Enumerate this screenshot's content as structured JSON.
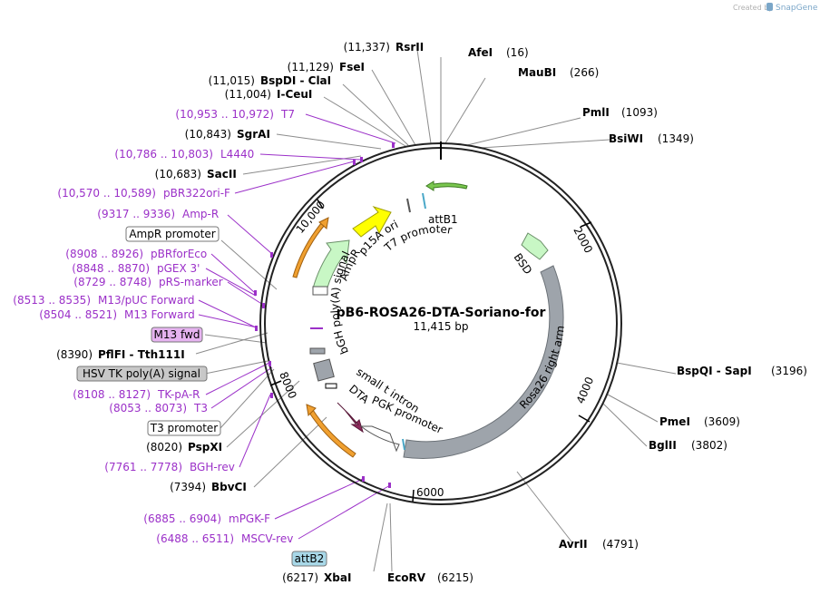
{
  "credit": {
    "prefix": "Created by",
    "brand": "SnapGene"
  },
  "plasmid": {
    "name": "pB6-ROSA26-DTA-Soriano-for",
    "length_label": "11,415 bp"
  },
  "ticks": [
    "2000",
    "4000",
    "6000",
    "8000",
    "10,000"
  ],
  "sites_right": [
    {
      "name": "AfeI",
      "pos": "(16)"
    },
    {
      "name": "MauBI",
      "pos": "(266)"
    },
    {
      "name": "PmlI",
      "pos": "(1093)"
    },
    {
      "name": "BsiWI",
      "pos": "(1349)"
    },
    {
      "name": "BspQI  - SapI",
      "pos": "(3196)"
    },
    {
      "name": "PmeI",
      "pos": "(3609)"
    },
    {
      "name": "BglII",
      "pos": "(3802)"
    },
    {
      "name": "AvrII",
      "pos": "(4791)"
    },
    {
      "name": "EcoRV",
      "pos": "(6215)"
    }
  ],
  "sites_left": [
    {
      "name": "RsrII",
      "pos": "(11,337)"
    },
    {
      "name": "FseI",
      "pos": "(11,129)"
    },
    {
      "name": "BspDI  - ClaI",
      "pos": "(11,015)"
    },
    {
      "name": "I-CeuI",
      "pos": "(11,004)"
    },
    {
      "name": "SgrAI",
      "pos": "(10,843)"
    },
    {
      "name": "SacII",
      "pos": "(10,683)"
    },
    {
      "name": "PflFI  - Tth111I",
      "pos": "(8390)"
    },
    {
      "name": "PspXI",
      "pos": "(8020)"
    },
    {
      "name": "BbvCI",
      "pos": "(7394)"
    },
    {
      "name": "XbaI",
      "pos": "(6217)"
    }
  ],
  "primers": [
    {
      "name": "T7",
      "pos": "(10,953 .. 10,972)"
    },
    {
      "name": "L4440",
      "pos": "(10,786 .. 10,803)"
    },
    {
      "name": "pBR322ori-F",
      "pos": "(10,570 .. 10,589)"
    },
    {
      "name": "Amp-R",
      "pos": "(9317 .. 9336)"
    },
    {
      "name": "pBRforEco",
      "pos": "(8908 .. 8926)"
    },
    {
      "name": "pGEX 3'",
      "pos": "(8848 .. 8870)"
    },
    {
      "name": "pRS-marker",
      "pos": "(8729 .. 8748)"
    },
    {
      "name": "M13/pUC Forward",
      "pos": "(8513 .. 8535)"
    },
    {
      "name": "M13 Forward",
      "pos": "(8504 .. 8521)"
    },
    {
      "name": "TK-pA-R",
      "pos": "(8108 .. 8127)"
    },
    {
      "name": "T3",
      "pos": "(8053 .. 8073)"
    },
    {
      "name": "BGH-rev",
      "pos": "(7761 .. 7778)"
    },
    {
      "name": "mPGK-F",
      "pos": "(6885 .. 6904)"
    },
    {
      "name": "MSCV-rev",
      "pos": "(6488 .. 6511)"
    }
  ],
  "boxed": {
    "ampr_promoter": "AmpR promoter",
    "m13_fwd": "M13 fwd",
    "hsv_tk": "HSV TK poly(A) signal",
    "t3_promoter": "T3 promoter",
    "attb2": "attB2"
  },
  "features": {
    "attb1": "attB1",
    "t7_promoter": "T7 promoter",
    "p15a_ori": "p15A ori",
    "ampr": "AmpR",
    "bgh_polya": "bGH poly(A) signal",
    "bsd": "BSD",
    "rosa26": "Rosa26 right arm",
    "small_t": "small t intron",
    "dta": "DTA",
    "pgk": "PGK promoter"
  },
  "colors": {
    "primer": "#9b30c8",
    "rosa26": "#9ea4ab",
    "bsd": "#c8f7c5",
    "p15a": "#ffff00",
    "dta": "#8e2a5c",
    "ori_arc": "#f0a030",
    "m13_box": "#e6b3f0",
    "attb2_box": "#a8d8e8",
    "hsv_box": "#c8c8c8",
    "green_arrow": "#7ac74f"
  }
}
